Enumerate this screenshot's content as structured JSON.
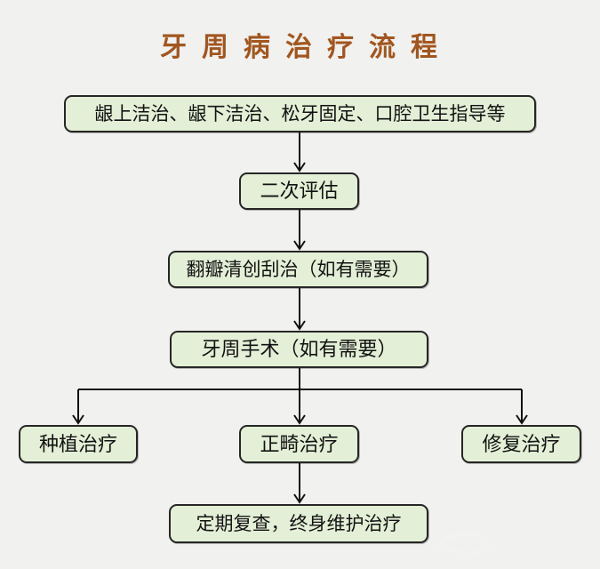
{
  "title": "牙周病治疗流程",
  "nodes": {
    "step1": {
      "label": "龈上洁治、龈下洁治、松牙固定、口腔卫生指导等"
    },
    "step2": {
      "label": "二次评估"
    },
    "step3": {
      "label": "翻瓣清创刮治（如有需要）"
    },
    "step4": {
      "label": "牙周手术（如有需要）"
    },
    "implant": {
      "label": "种植治疗"
    },
    "ortho": {
      "label": "正畸治疗"
    },
    "restore": {
      "label": "修复治疗"
    },
    "final": {
      "label": "定期复查，终身维护治疗"
    }
  },
  "edges": [
    {
      "from": "step1",
      "to": "step2"
    },
    {
      "from": "step2",
      "to": "step3"
    },
    {
      "from": "step3",
      "to": "step4"
    },
    {
      "from": "step4",
      "to": "implant"
    },
    {
      "from": "step4",
      "to": "ortho"
    },
    {
      "from": "step4",
      "to": "restore"
    },
    {
      "from": "ortho",
      "to": "final"
    }
  ],
  "colors": {
    "background": "#f1f1ef",
    "box_fill": "#e3efd6",
    "box_border": "#262626",
    "connector": "#111111",
    "title_text": "#a2561f",
    "box_text": "#121212"
  }
}
